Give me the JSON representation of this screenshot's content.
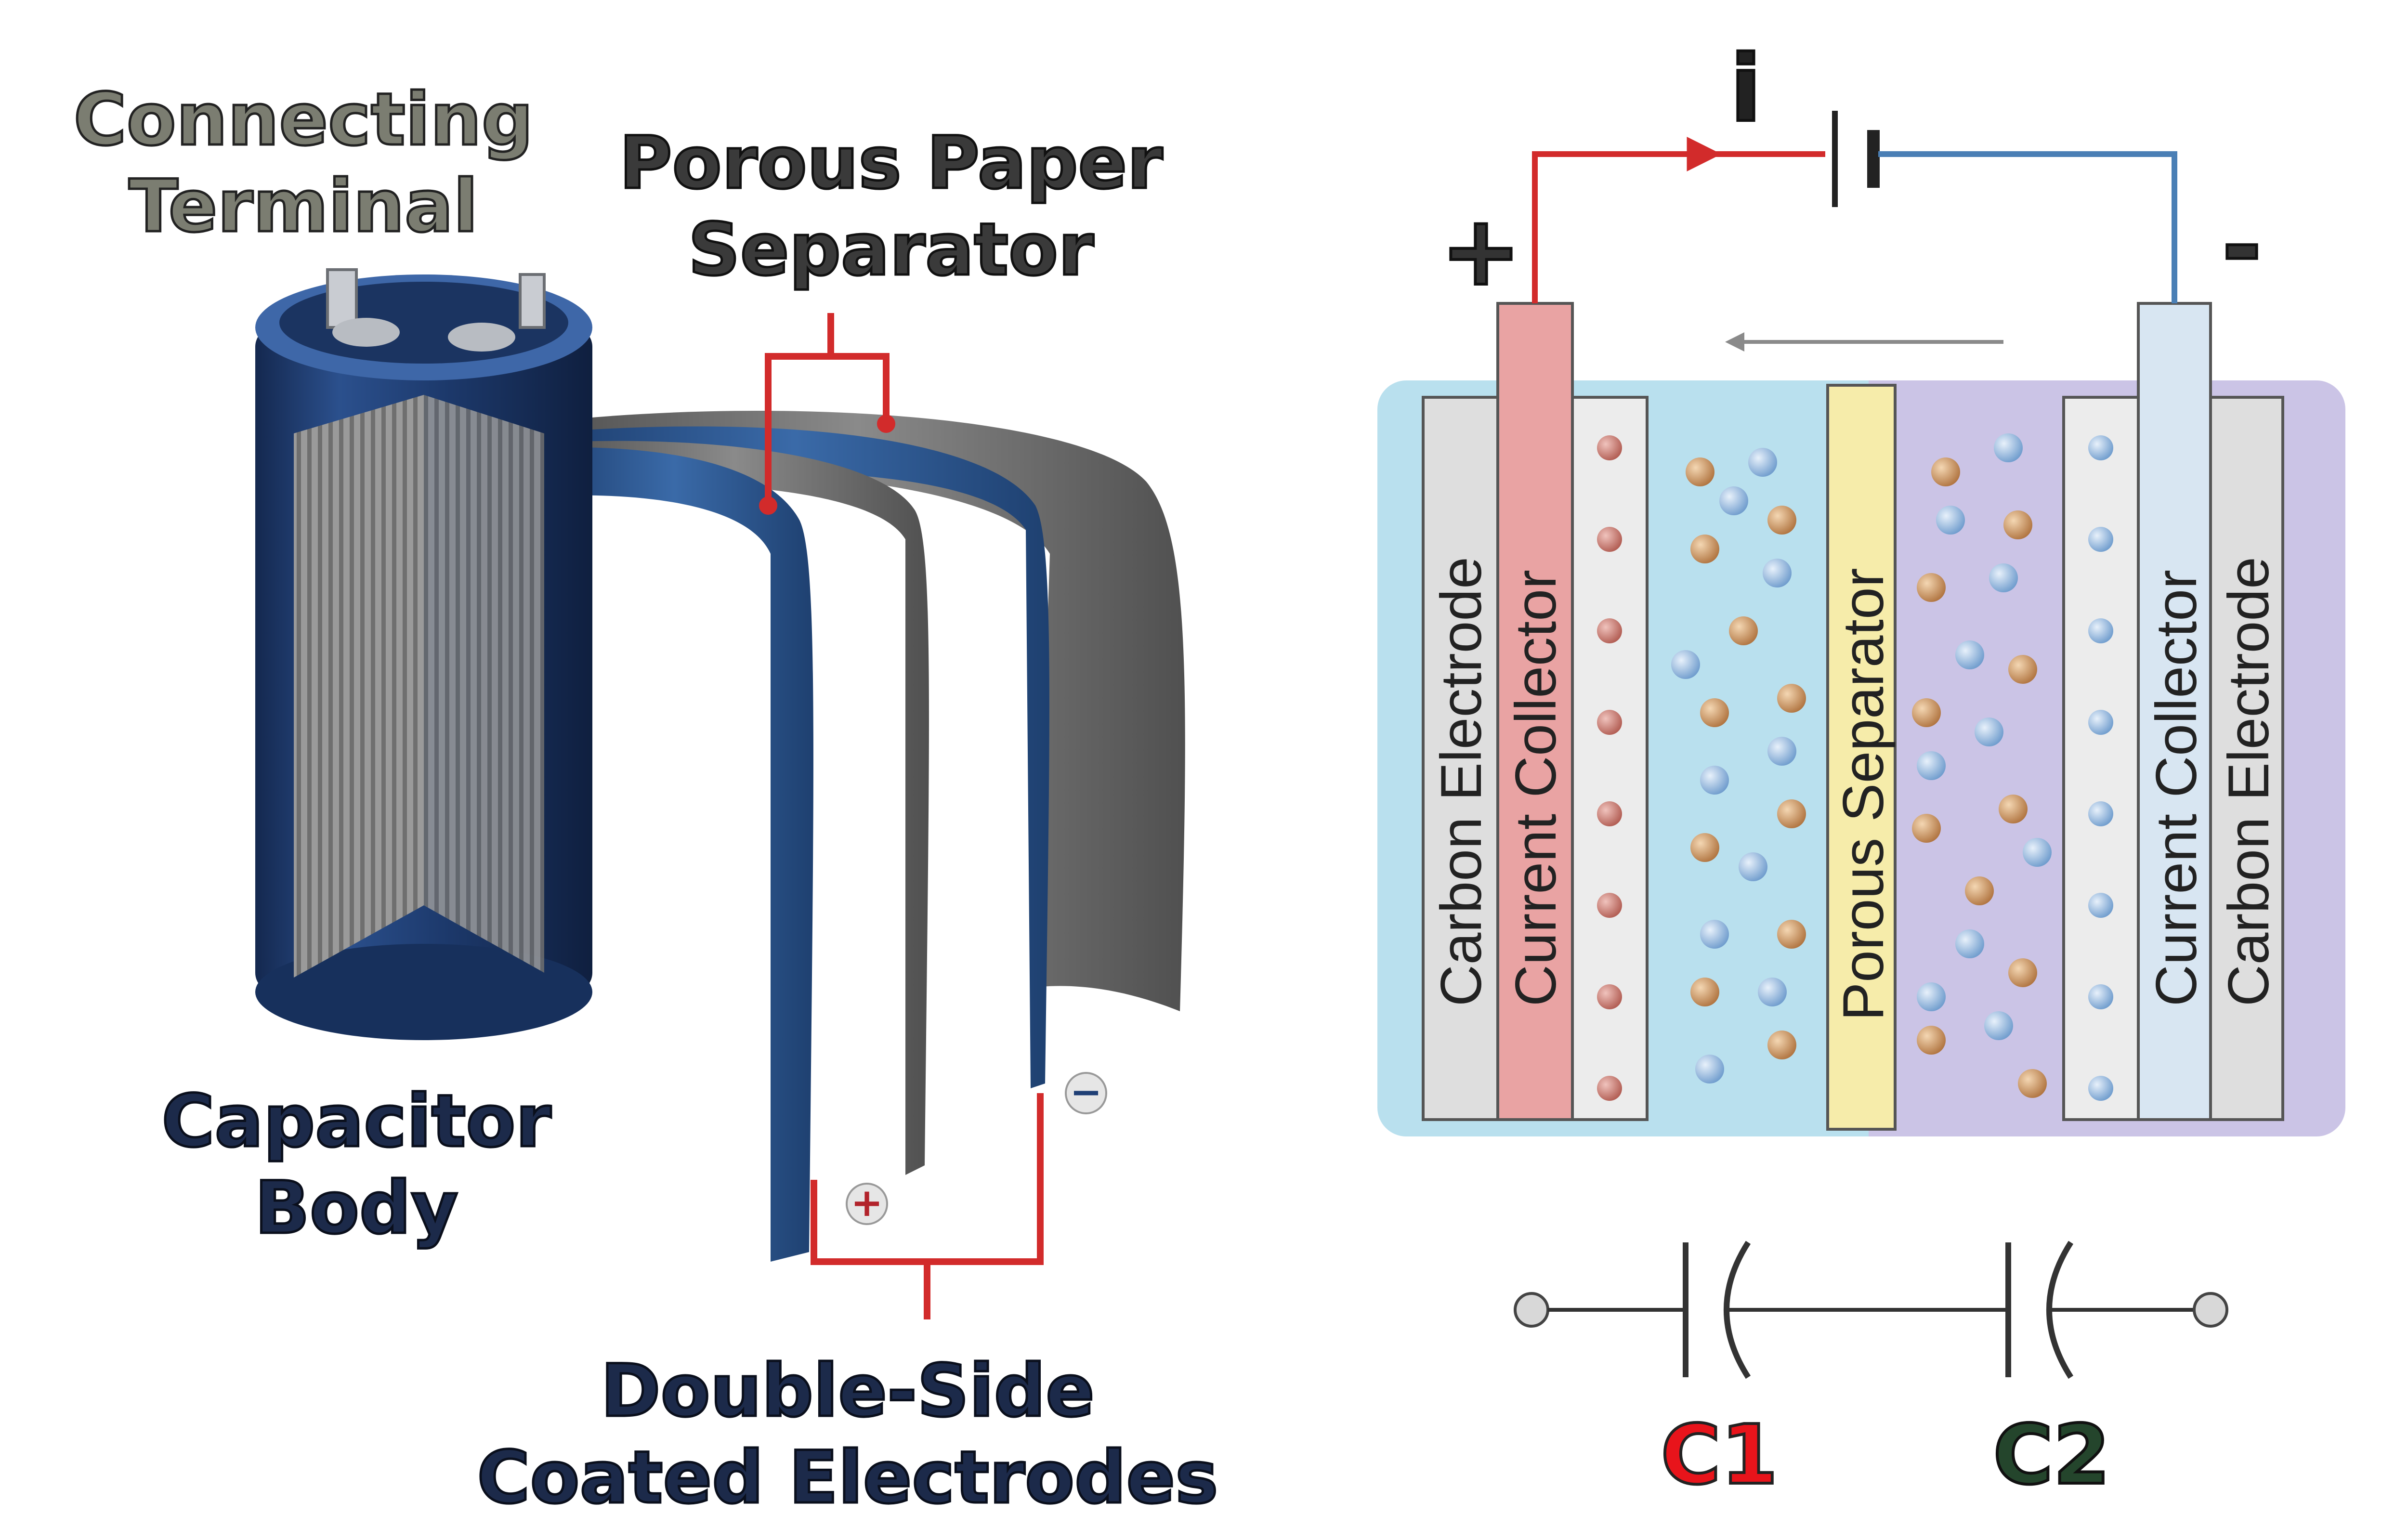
{
  "labels": {
    "connecting_terminal_line1": "Connecting",
    "connecting_terminal_line2": "Terminal",
    "porous_paper_line1": "Porous Paper",
    "porous_paper_line2": "Separator",
    "capacitor_body_line1": "Capacitor",
    "capacitor_body_line2": "Body",
    "double_side_line1": "Double-Side",
    "double_side_line2": "Coated Electrodes",
    "plus_marker": "+",
    "minus_marker": "−"
  },
  "cell": {
    "current_symbol": "i",
    "plus_terminal": "+",
    "minus_terminal": "-",
    "left_electrode": "Carbon Electrode",
    "left_collector": "Current Collector",
    "separator": "Porous Separator",
    "right_collector": "Current Collector",
    "right_electrode": "Carbon Electrode"
  },
  "circuit": {
    "c1_label": "C1",
    "c2_label": "C2"
  },
  "colors": {
    "wire_red": "#d22b2b",
    "wire_blue": "#4a7fb5",
    "capacitor_blue": "#1f3f75",
    "sheet_blue": "#2f5e99",
    "sheet_gray": "#6e6e6e",
    "left_electrolyte": "#b9e0ee",
    "right_electrolyte": "#cbc4e6",
    "separator_yellow": "#f6ecaa",
    "collector_pink": "#e9a3a3",
    "collector_light": "#d8e6f2",
    "c1_red": "#e8141b",
    "c2_green": "#24452c",
    "label_navy": "#1c2a4a",
    "label_gray": "#7b7d71"
  }
}
